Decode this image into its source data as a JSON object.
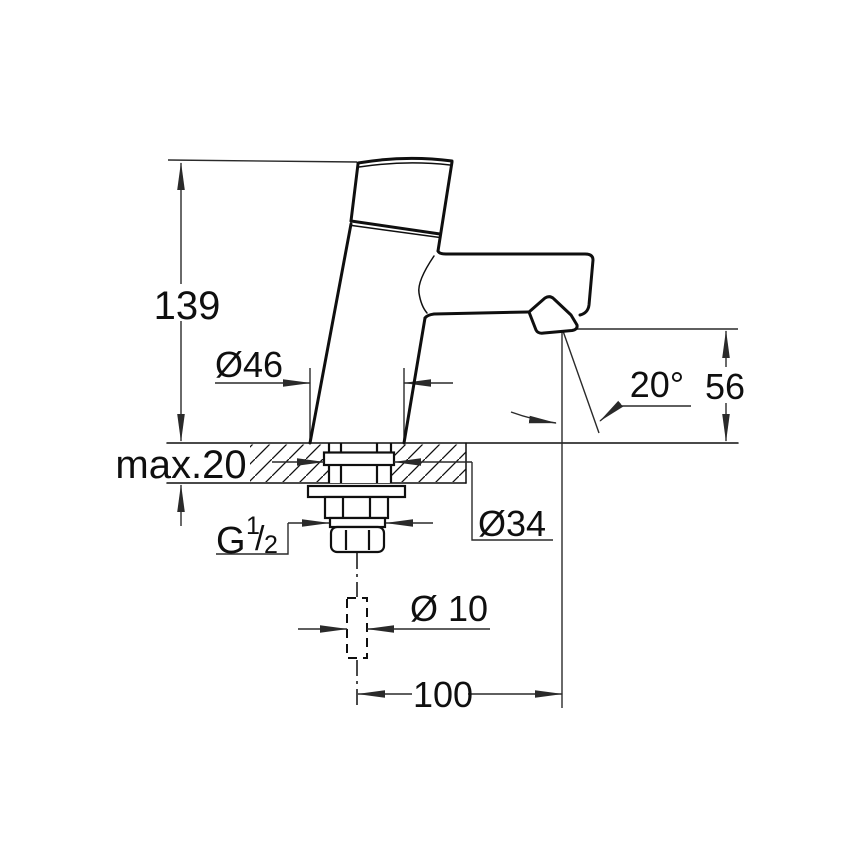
{
  "colors": {
    "background": "#ffffff",
    "outline": "#0f0f0f",
    "dimension": "#2a2a2a"
  },
  "dimensions": {
    "overall_height": "139",
    "max_deck_thickness": "max.20",
    "base_diameter": "Ø46",
    "stream_angle": "20°",
    "outlet_height": "56",
    "shank_diameter": "Ø34",
    "thread": {
      "letter": "G",
      "numerator": "1",
      "slash": "/",
      "denominator": "2"
    },
    "hose_diameter": "Ø 10",
    "outlet_reach": "100"
  }
}
